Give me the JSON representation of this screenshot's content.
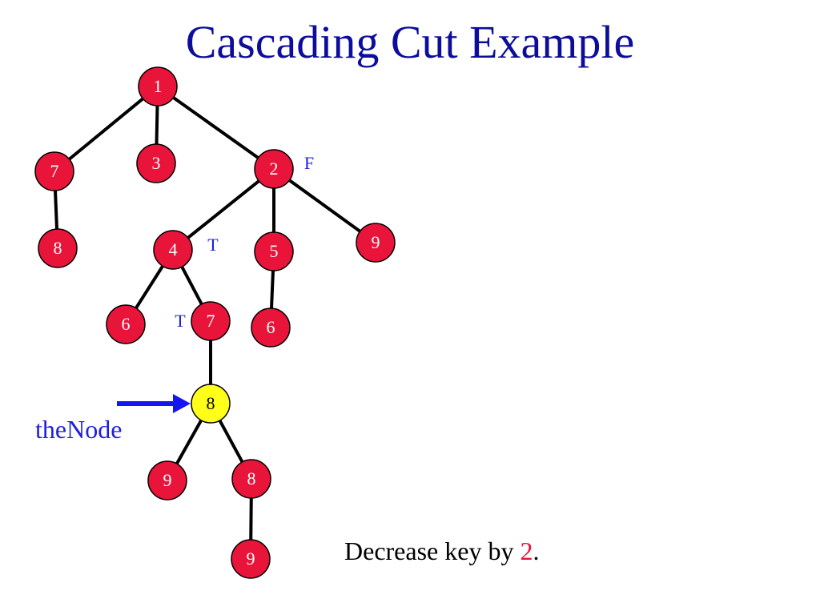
{
  "title": "Cascading Cut Example",
  "colors": {
    "title": "#0d0d9c",
    "node_fill": "#e8143a",
    "node_text": "#ffffff",
    "highlight_fill": "#ffff1a",
    "highlight_text": "#000000",
    "edge": "#000000",
    "mark": "#1f1fe0",
    "arrow": "#1515f0"
  },
  "tree": {
    "nodes": [
      {
        "id": "n1",
        "key": "1"
      },
      {
        "id": "n7a",
        "key": "7"
      },
      {
        "id": "n3",
        "key": "3"
      },
      {
        "id": "n2",
        "key": "2",
        "mark": "F"
      },
      {
        "id": "n8a",
        "key": "8"
      },
      {
        "id": "n4",
        "key": "4",
        "mark": "T"
      },
      {
        "id": "n5",
        "key": "5"
      },
      {
        "id": "n9a",
        "key": "9"
      },
      {
        "id": "n6a",
        "key": "6"
      },
      {
        "id": "n7b",
        "key": "7",
        "mark": "T"
      },
      {
        "id": "n6b",
        "key": "6"
      },
      {
        "id": "n8b",
        "key": "8",
        "highlight": true
      },
      {
        "id": "n9b",
        "key": "9"
      },
      {
        "id": "n8c",
        "key": "8"
      },
      {
        "id": "n9c",
        "key": "9"
      }
    ],
    "edges": [
      [
        "n1",
        "n7a"
      ],
      [
        "n1",
        "n3"
      ],
      [
        "n1",
        "n2"
      ],
      [
        "n7a",
        "n8a"
      ],
      [
        "n2",
        "n4"
      ],
      [
        "n2",
        "n5"
      ],
      [
        "n2",
        "n9a"
      ],
      [
        "n4",
        "n6a"
      ],
      [
        "n4",
        "n7b"
      ],
      [
        "n5",
        "n6b"
      ],
      [
        "n7b",
        "n8b"
      ],
      [
        "n8b",
        "n9b"
      ],
      [
        "n8b",
        "n8c"
      ],
      [
        "n8c",
        "n9c"
      ]
    ]
  },
  "pointer": {
    "label": "theNode",
    "target": "n8b"
  },
  "caption": {
    "text": "Decrease key by ",
    "amount": "2",
    "suffix": "."
  }
}
